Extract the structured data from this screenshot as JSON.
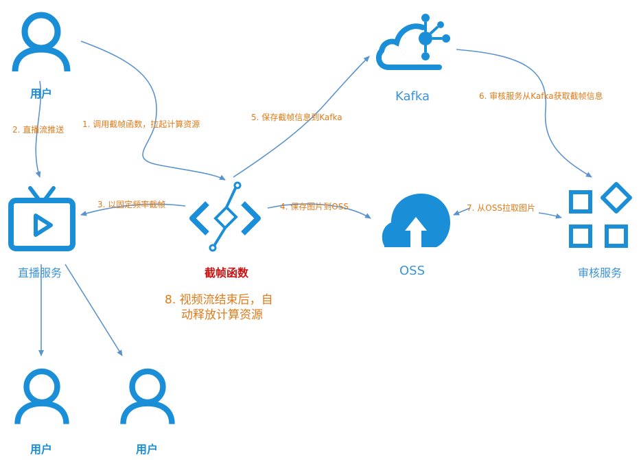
{
  "nodes": {
    "user_top": "用户",
    "live_service": "直播服务",
    "frame_function": "截帧函数",
    "kafka": "Kafka",
    "oss": "OSS",
    "review_service": "审核服务",
    "user_bottom_left": "用户",
    "user_bottom_right": "用户"
  },
  "edges": {
    "e1": "1. 调用截帧函数，拉起计算资源",
    "e2": "2. 直播流推送",
    "e3": "3. 以固定频率截帧",
    "e4": "4. 保存图片到OSS",
    "e5": "5. 保存截帧信息到Kafka",
    "e6": "6. 审核服务从Kafka获取截帧信息",
    "e7": "7. 从OSS拉取图片"
  },
  "note": {
    "line1": "8. 视频流结束后，自",
    "line2": "动释放计算资源"
  },
  "colors": {
    "icon_blue": "#1a8fd8",
    "arrow_blue": "#5b93cf",
    "edge_label_orange": "#e07a18",
    "function_label_red": "#cc1111"
  }
}
